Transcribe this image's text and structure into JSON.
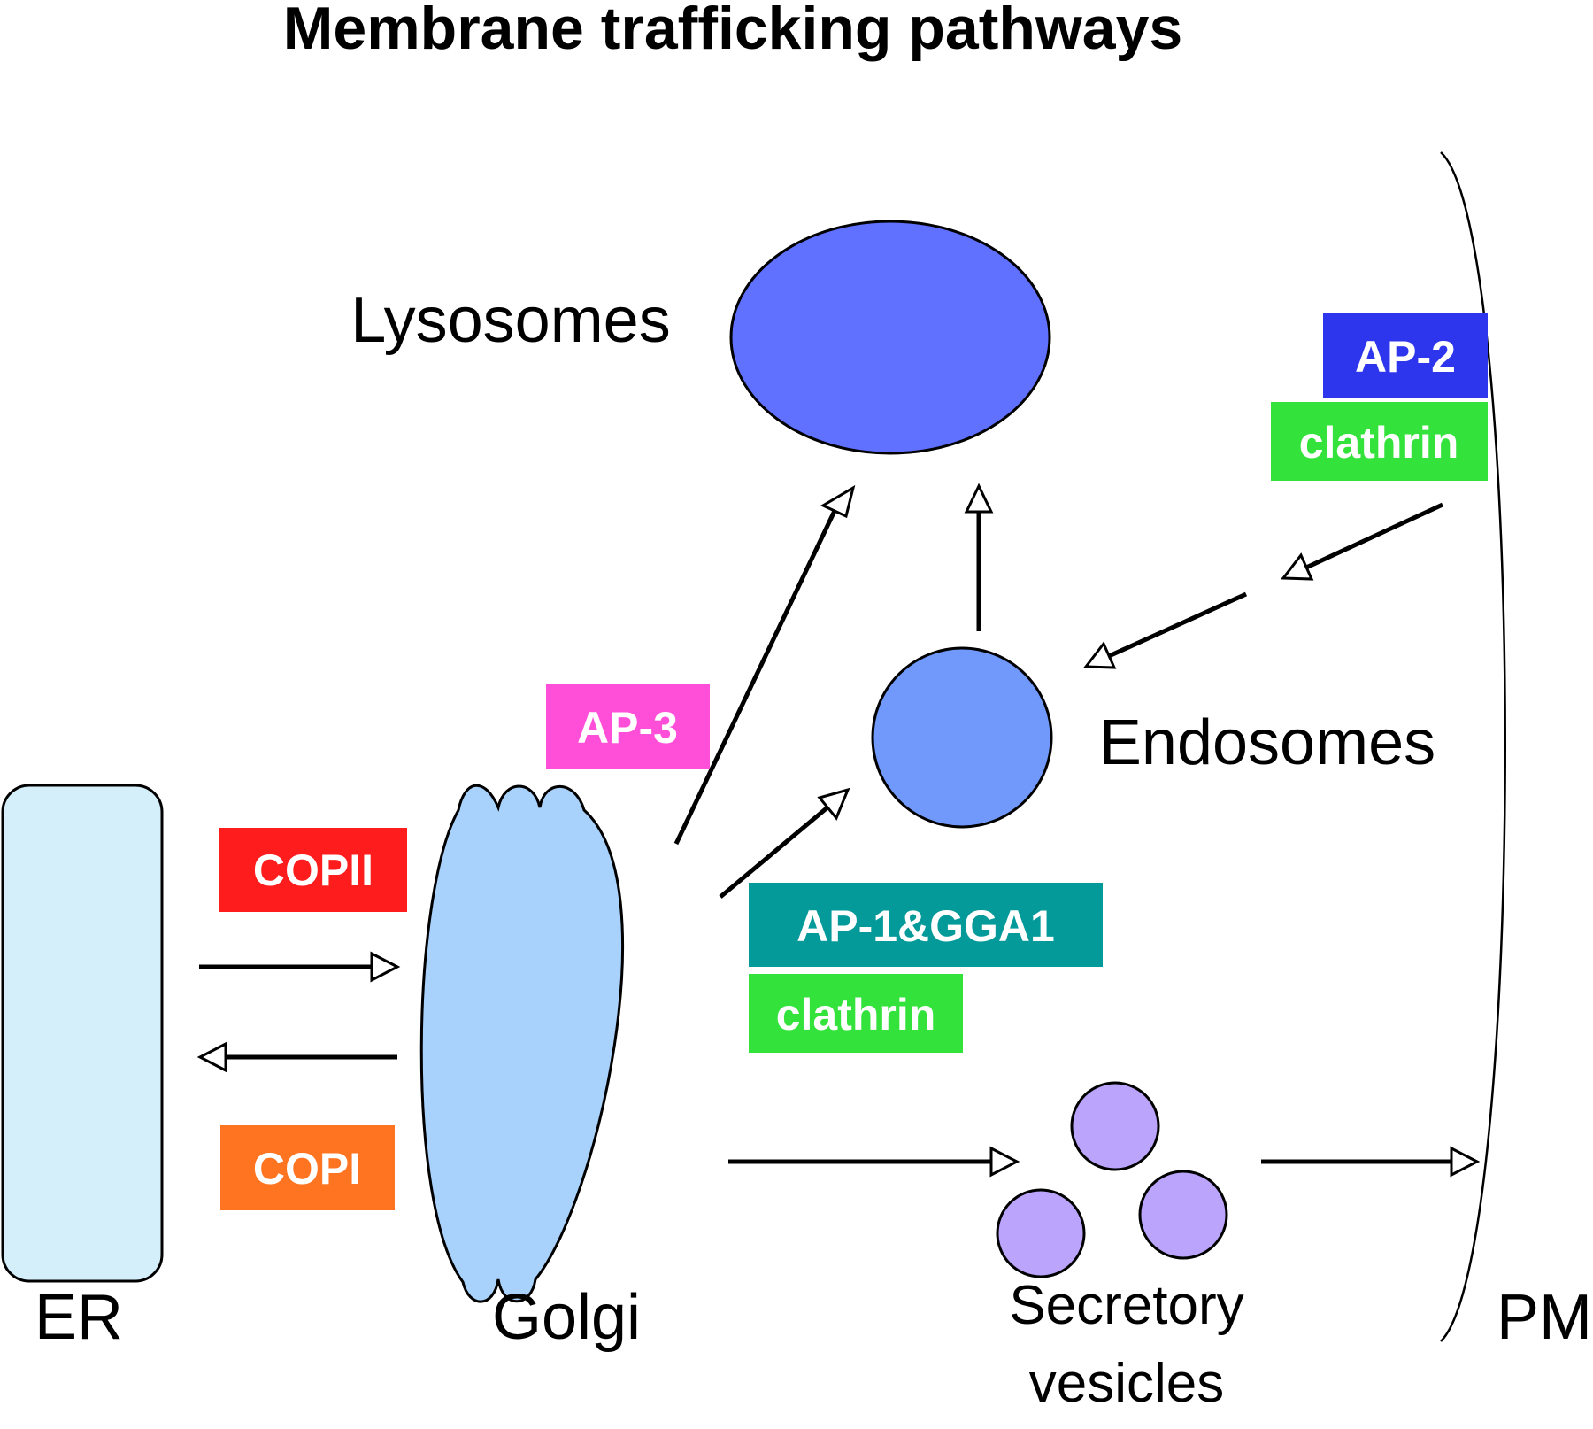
{
  "title": "Membrane trafficking pathways",
  "organelles": {
    "er": "ER",
    "golgi": "Golgi",
    "lysosomes": "Lysosomes",
    "endosomes": "Endosomes",
    "secretory_vesicles_line1": "Secretory",
    "secretory_vesicles_line2": "vesicles",
    "pm": "PM"
  },
  "coats": {
    "copii": "COPII",
    "copi": "COPI",
    "ap3": "AP-3",
    "ap1_gga1": "AP-1&GGA1",
    "clathrin_golgi": "clathrin",
    "ap2": "AP-2",
    "clathrin_pm": "clathrin"
  },
  "colors": {
    "er_fill": "#d4eefa",
    "golgi_fill": "#a8d1fb",
    "lysosome_fill": "#6070ff",
    "endosome_fill": "#7099fb",
    "vesicle_fill": "#bba4fb",
    "copii": "#ff1c1c",
    "copi": "#ff7420",
    "ap3": "#ff4ed8",
    "ap1_gga1": "#049a9a",
    "clathrin": "#33e33c",
    "ap2": "#2d36ec"
  }
}
